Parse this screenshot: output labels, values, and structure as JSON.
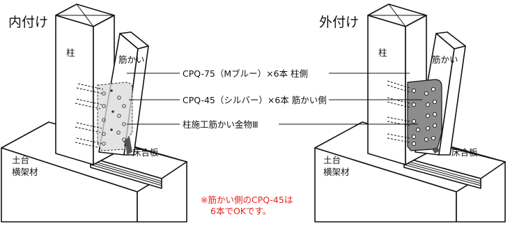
{
  "left": {
    "title": "内付け",
    "post": "柱",
    "brace": "筋かい",
    "base": [
      "土台",
      "横架材"
    ],
    "floor": "床合板"
  },
  "right": {
    "title": "外付け",
    "post": "柱",
    "brace": "筋かい",
    "base": [
      "土台",
      "横架材"
    ],
    "floor": "床合板"
  },
  "callouts": [
    "CPQ-75（Mブルー）×6本 柱側",
    "CPQ-45（シルバー）×6本 筋かい側",
    "柱施工筋かい金物Ⅲ"
  ],
  "note": [
    "※筋かい側のCPQ-45は",
    "6本でOKです。"
  ],
  "colors": {
    "note": "#e8211a",
    "plate_inner": "#d9d9d9",
    "plate_outer": "#8c8c8c"
  }
}
